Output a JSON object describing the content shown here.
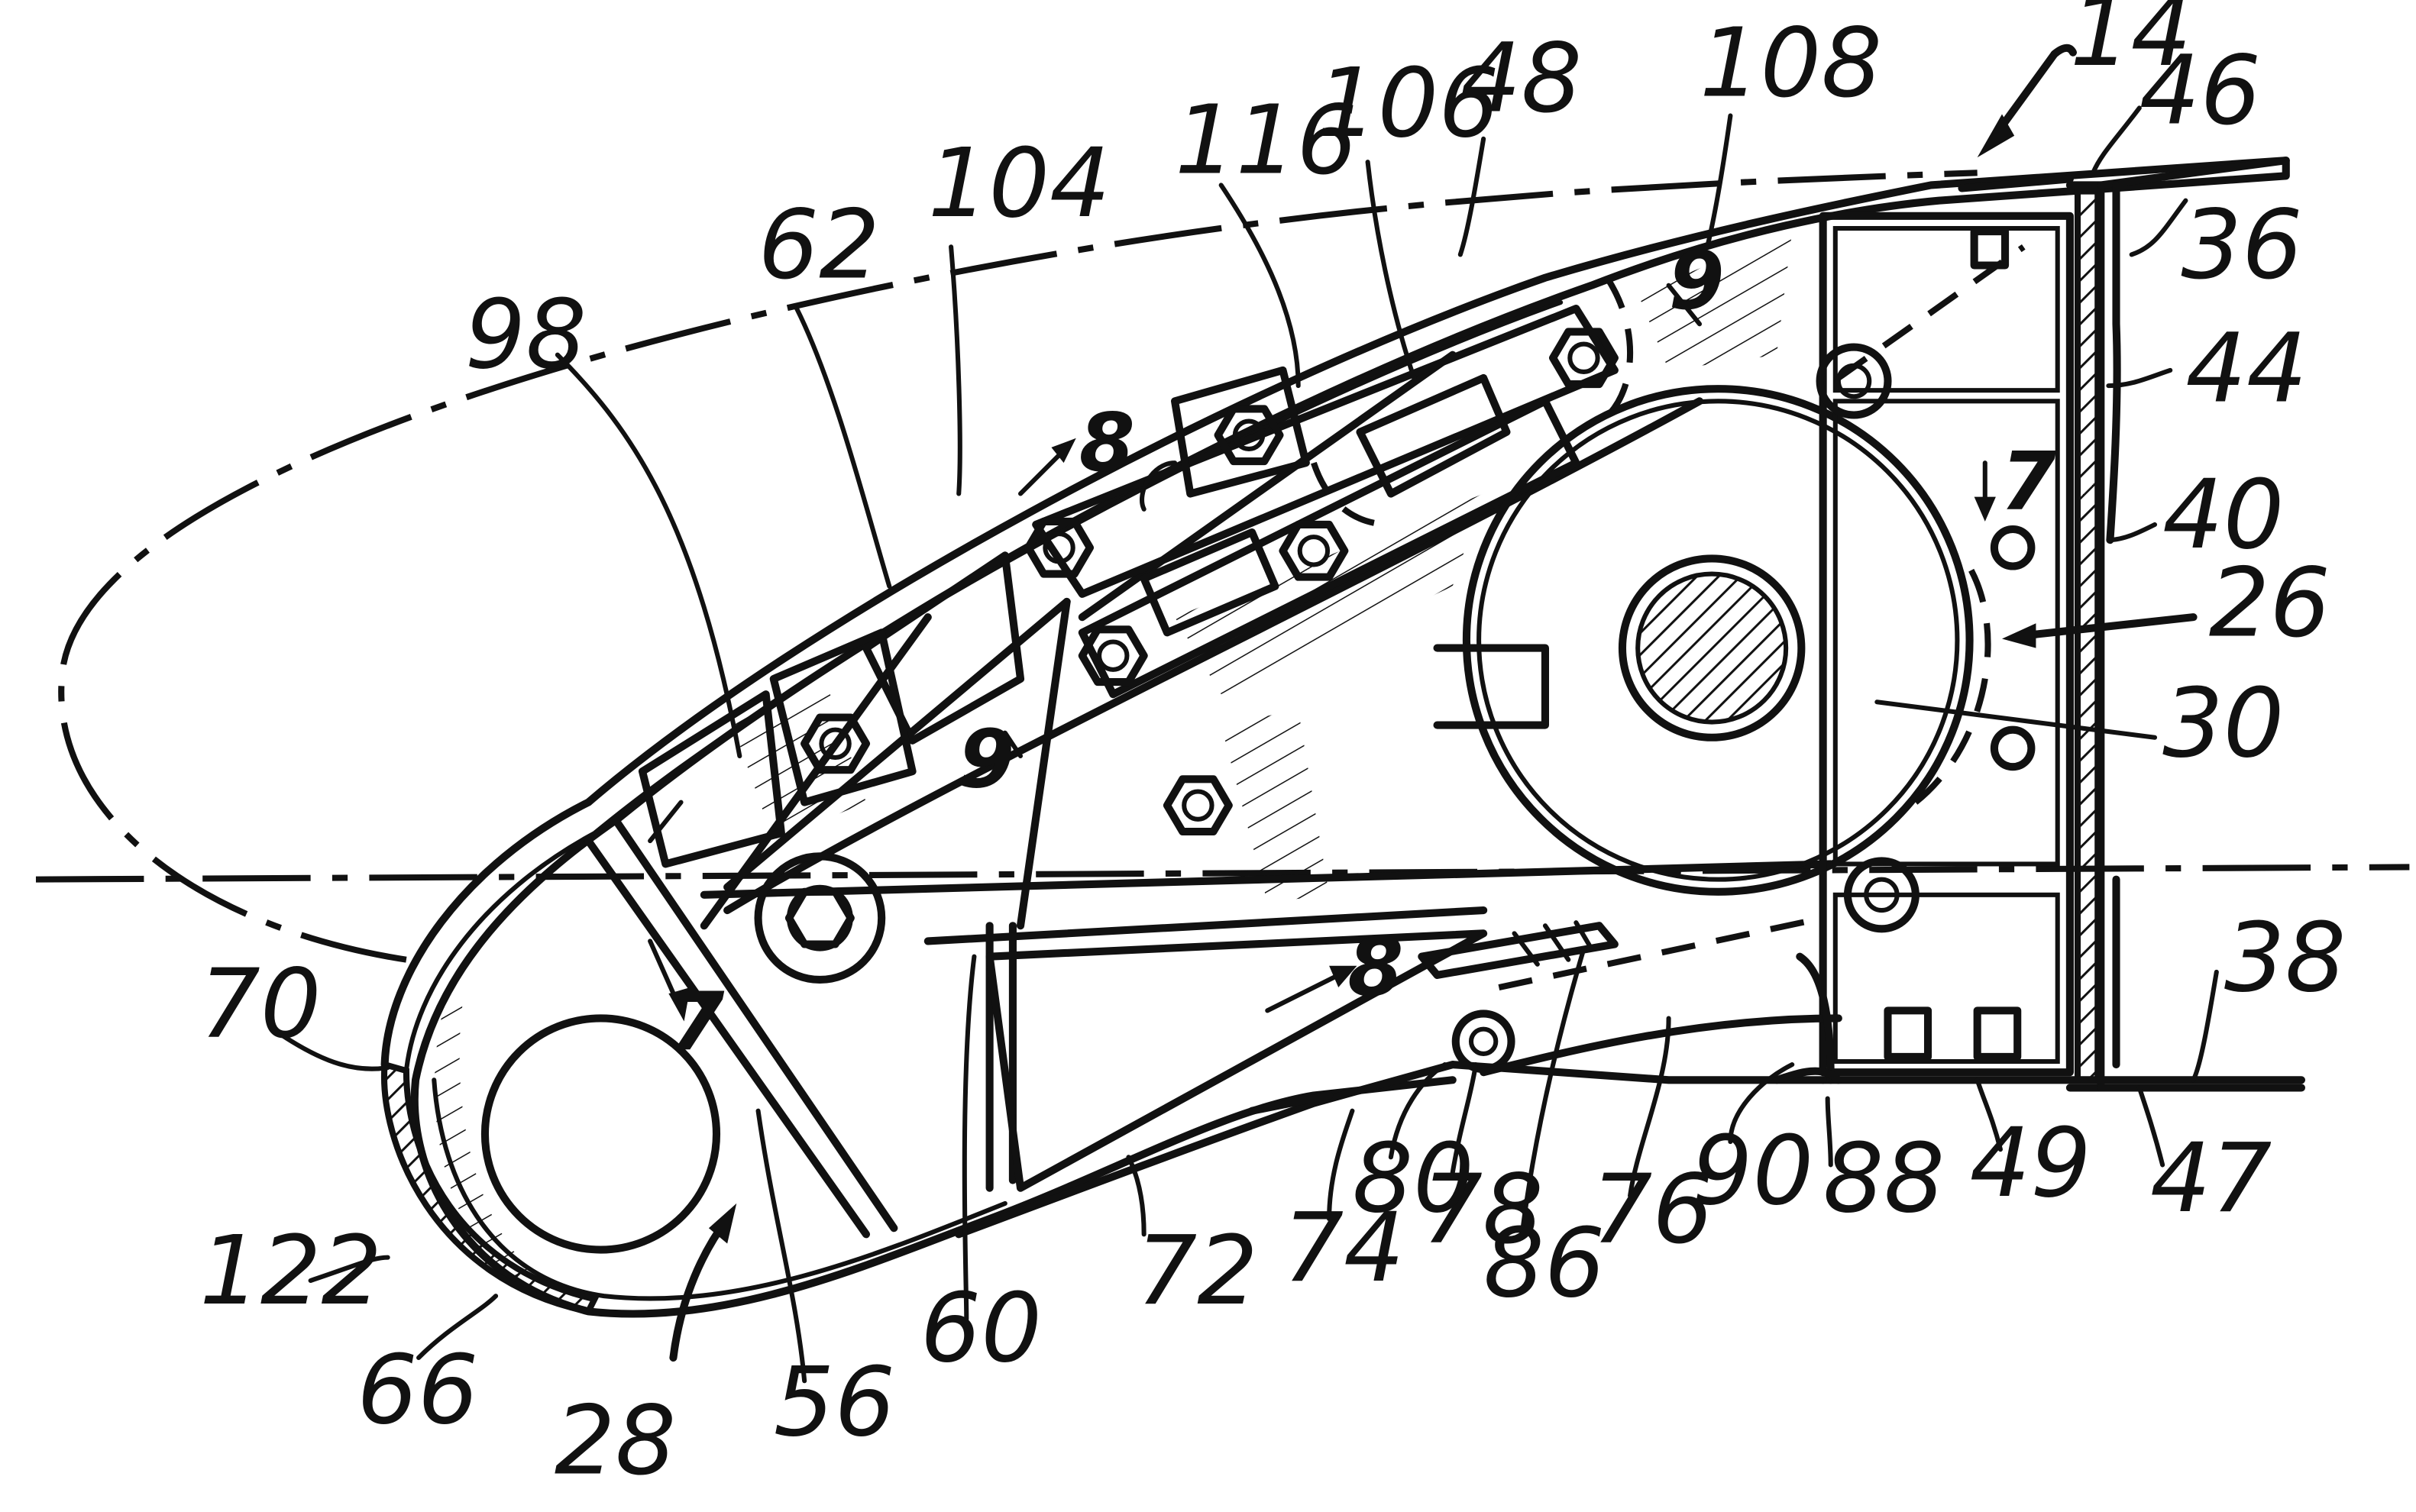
{
  "labels": {
    "l14": "14",
    "l46": "46",
    "l36": "36",
    "l44": "44",
    "l40": "40",
    "l26": "26",
    "l30": "30",
    "l38": "38",
    "l47": "47",
    "l49": "49",
    "l88": "88",
    "l90": "90",
    "l76": "76",
    "l86": "86",
    "l78": "78",
    "l80": "80",
    "l74": "74",
    "l72": "72",
    "l60": "60",
    "l56": "56",
    "l28": "28",
    "l66": "66",
    "l122": "122",
    "l70": "70",
    "l98": "98",
    "l62": "62",
    "l104": "104",
    "l116": "116",
    "l106": "106",
    "l48": "48",
    "l108": "108"
  },
  "section_marks": {
    "s7a": "7",
    "s7b": "7",
    "s8a": "8",
    "s8b": "8",
    "s9a": "9",
    "s9b": "9"
  }
}
